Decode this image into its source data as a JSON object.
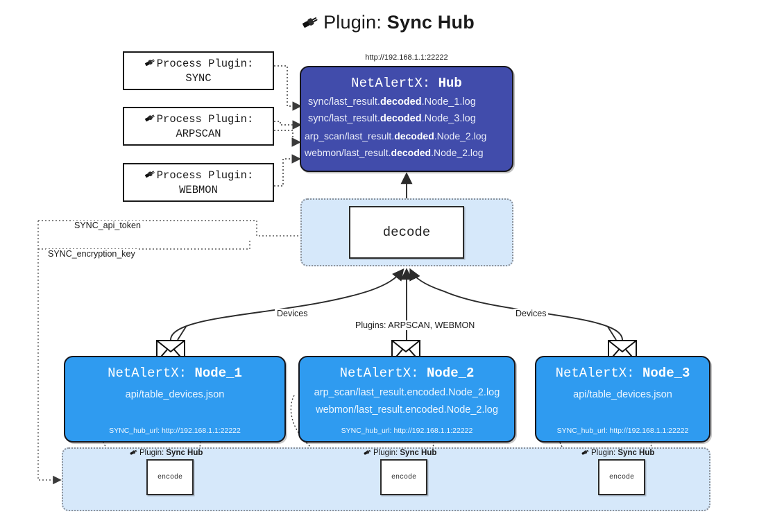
{
  "title": {
    "icon": "plug-icon",
    "prefix": "Plugin:",
    "name": "Sync Hub"
  },
  "hub": {
    "url": "http://192.168.1.1:22222",
    "app": "NetAlertX:",
    "label": "Hub",
    "logs": [
      {
        "pre": "sync/last_result.",
        "em": "decoded",
        "post": ".Node_1.log"
      },
      {
        "pre": "sync/last_result.",
        "em": "decoded",
        "post": ".Node_3.log"
      },
      {
        "pre": "arp_scan/last_result.",
        "em": "decoded",
        "post": ".Node_2.log"
      },
      {
        "pre": "webmon/last_result.",
        "em": "decoded",
        "post": ".Node_2.log"
      }
    ]
  },
  "process_plugins": [
    {
      "icon": "plug-icon",
      "line1": "Process Plugin:",
      "line2": "SYNC"
    },
    {
      "icon": "plug-icon",
      "line1": "Process Plugin:",
      "line2": "ARPSCAN"
    },
    {
      "icon": "plug-icon",
      "line1": "Process Plugin:",
      "line2": "WEBMON"
    }
  ],
  "decode": {
    "label": "decode"
  },
  "secrets": [
    {
      "label": "SYNC_api_token"
    },
    {
      "label": "SYNC_encryption_key"
    }
  ],
  "edge_labels": {
    "devices_left": "Devices",
    "devices_right": "Devices",
    "plugins_mid": "Plugins: ARPSCAN, WEBMON"
  },
  "nodes": [
    {
      "app": "NetAlertX:",
      "label": "Node_1",
      "lines": [
        "api/table_devices.json"
      ],
      "url": "SYNC_hub_url: http://192.168.1.1:22222",
      "mail_icon": "envelope-icon"
    },
    {
      "app": "NetAlertX:",
      "label": "Node_2",
      "lines": [
        "arp_scan/last_result.encoded.Node_2.log",
        "webmon/last_result.encoded.Node_2.log"
      ],
      "url": "SYNC_hub_url: http://192.168.1.1:22222",
      "mail_icon": "envelope-icon"
    },
    {
      "app": "NetAlertX:",
      "label": "Node_3",
      "lines": [
        "api/table_devices.json"
      ],
      "url": "SYNC_hub_url: http://192.168.1.1:22222",
      "mail_icon": "envelope-icon"
    }
  ],
  "plugin_captions": [
    {
      "icon": "plug-icon",
      "prefix": "Plugin:",
      "name": "Sync Hub",
      "box": "encode"
    },
    {
      "icon": "plug-icon",
      "prefix": "Plugin:",
      "name": "Sync Hub",
      "box": "encode"
    },
    {
      "icon": "plug-icon",
      "prefix": "Plugin:",
      "name": "Sync Hub",
      "box": "encode"
    }
  ],
  "colors": {
    "hub_blue": "#414cab",
    "node_blue": "#2f9bf0",
    "container_blue": "#d6e8fa",
    "stroke": "#16161c",
    "dotted": "#8a9099"
  }
}
